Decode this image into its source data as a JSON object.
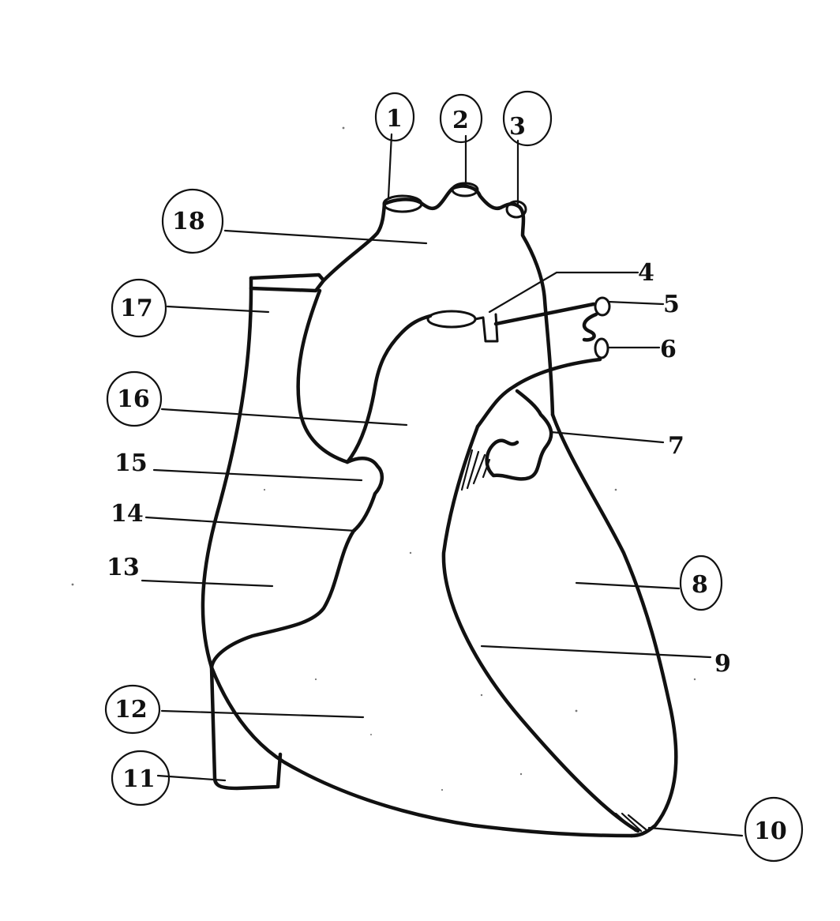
{
  "labels": [
    {
      "id": "1",
      "text": "1",
      "circled": true
    },
    {
      "id": "2",
      "text": "2",
      "circled": true
    },
    {
      "id": "3",
      "text": "3",
      "circled": true
    },
    {
      "id": "4",
      "text": "4",
      "circled": false
    },
    {
      "id": "5",
      "text": "5",
      "circled": false
    },
    {
      "id": "6",
      "text": "6",
      "circled": false
    },
    {
      "id": "7",
      "text": "7",
      "circled": false
    },
    {
      "id": "8",
      "text": "8",
      "circled": true
    },
    {
      "id": "9",
      "text": "9",
      "circled": false
    },
    {
      "id": "10",
      "text": "10",
      "circled": true
    },
    {
      "id": "11",
      "text": "11",
      "circled": true
    },
    {
      "id": "12",
      "text": "12",
      "circled": true
    },
    {
      "id": "13",
      "text": "13",
      "circled": false
    },
    {
      "id": "14",
      "text": "14",
      "circled": false
    },
    {
      "id": "15",
      "text": "15",
      "circled": false
    },
    {
      "id": "16",
      "text": "16",
      "circled": true
    },
    {
      "id": "17",
      "text": "17",
      "circled": true
    },
    {
      "id": "18",
      "text": "18",
      "circled": true
    }
  ],
  "colors": {
    "ink": "#111111",
    "paper": "#ffffff"
  }
}
